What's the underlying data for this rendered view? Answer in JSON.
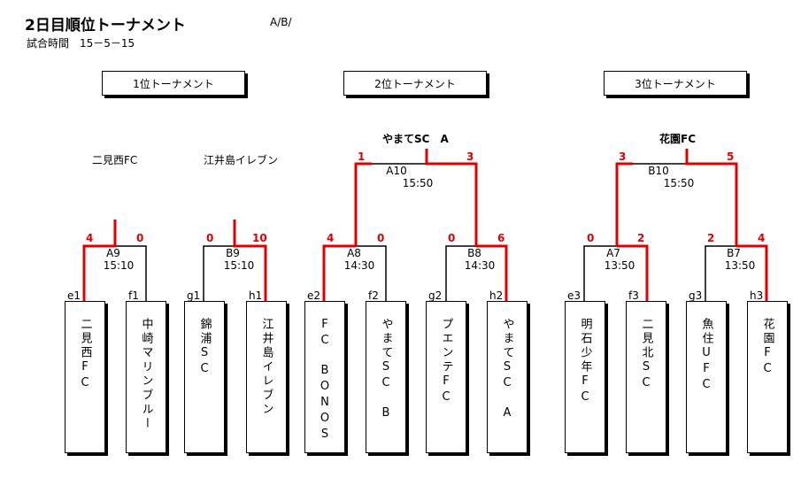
{
  "header": {
    "title": "2日目順位トーナメント",
    "code": "A/B/",
    "subtitle": "試合時間　15－5－15"
  },
  "sections": [
    {
      "label": "1位トーナメント"
    },
    {
      "label": "2位トーナメント"
    },
    {
      "label": "3位トーナメント"
    }
  ],
  "winners": [
    "二見西FC",
    "江井島イレブン",
    "やまてSC　A",
    "花園FC"
  ],
  "finals": [
    {
      "id": "A10",
      "time": "15:50",
      "left_score": "1",
      "right_score": "3"
    },
    {
      "id": "B10",
      "time": "15:50",
      "left_score": "3",
      "right_score": "5"
    }
  ],
  "matches": [
    {
      "id": "A9",
      "time": "15:10",
      "left_score": "4",
      "right_score": "0"
    },
    {
      "id": "B9",
      "time": "15:10",
      "left_score": "0",
      "right_score": "10"
    },
    {
      "id": "A8",
      "time": "14:30",
      "left_score": "4",
      "right_score": "0"
    },
    {
      "id": "B8",
      "time": "14:30",
      "left_score": "0",
      "right_score": "6"
    },
    {
      "id": "A7",
      "time": "13:50",
      "left_score": "0",
      "right_score": "2"
    },
    {
      "id": "B7",
      "time": "13:50",
      "left_score": "2",
      "right_score": "4"
    }
  ],
  "teams": [
    {
      "slot": "e1",
      "name": "二見西FC"
    },
    {
      "slot": "f1",
      "name": "中崎マリンブルー"
    },
    {
      "slot": "g1",
      "name": "錦浦SC"
    },
    {
      "slot": "h1",
      "name": "江井島イレブン"
    },
    {
      "slot": "e2",
      "name": "FC　BONOS"
    },
    {
      "slot": "f2",
      "name": "やまてSC　B"
    },
    {
      "slot": "g2",
      "name": "プエンテFC"
    },
    {
      "slot": "h2",
      "name": "やまてSC　A"
    },
    {
      "slot": "e3",
      "name": "明石少年FC"
    },
    {
      "slot": "f3",
      "name": "二見北SC"
    },
    {
      "slot": "g3",
      "name": "魚住UFC"
    },
    {
      "slot": "h3",
      "name": "花園FC"
    }
  ],
  "colors": {
    "winner_line": "#e00000",
    "line": "#000000"
  }
}
